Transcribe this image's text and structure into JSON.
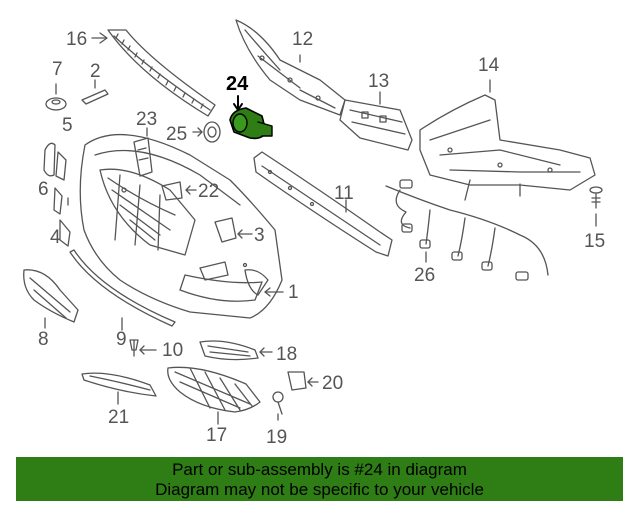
{
  "diagram": {
    "callouts": {
      "c1": "1",
      "c2": "2",
      "c3": "3",
      "c4": "4",
      "c5": "5",
      "c6": "6",
      "c7": "7",
      "c8": "8",
      "c9": "9",
      "c10": "10",
      "c11": "11",
      "c12": "12",
      "c13": "13",
      "c14": "14",
      "c15": "15",
      "c16": "16",
      "c17": "17",
      "c18": "18",
      "c19": "19",
      "c20": "20",
      "c21": "21",
      "c22": "22",
      "c23": "23",
      "c24": "24",
      "c25": "25",
      "c26": "26"
    },
    "highlighted_part": "24",
    "highlight_color": "#2e7d15",
    "line_color": "#555555"
  },
  "banner": {
    "line1": "Part or sub-assembly is #24 in diagram",
    "line2": "Diagram may not be specific to your vehicle",
    "background": "#2e7d15"
  }
}
